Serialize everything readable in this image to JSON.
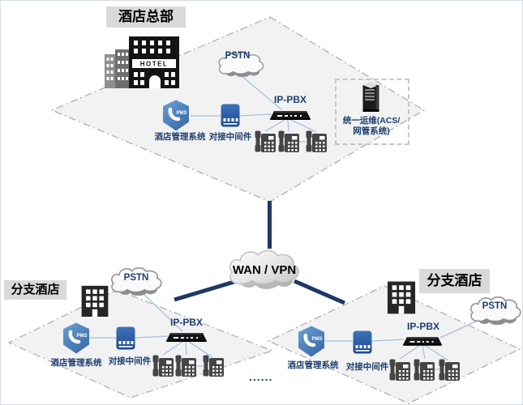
{
  "headquarters": {
    "title": "酒店总部",
    "hotel_sign": "HOTEL",
    "pstn_label": "PSTN",
    "pms_badge": "PMS",
    "pms_system_label": "酒店管理系统",
    "middleware_label": "对接中间件",
    "ippbx_label": "IP-PBX",
    "om_line1": "统一运维(ACS/",
    "om_line2": "网管系统)"
  },
  "wan": {
    "label": "WAN / VPN"
  },
  "branches": [
    {
      "title": "分支酒店",
      "pstn_label": "PSTN",
      "pms_badge": "PMS",
      "pms_system_label": "酒店管理系统",
      "middleware_label": "对接中间件",
      "ippbx_label": "IP-PBX"
    },
    {
      "title": "分支酒店",
      "pstn_label": "PSTN",
      "pms_badge": "PMS",
      "pms_system_label": "酒店管理系统",
      "middleware_label": "对接中间件",
      "ippbx_label": "IP-PBX"
    }
  ],
  "ellipsis": "......",
  "icons": {
    "pms": "shield-phone-icon",
    "middleware": "gateway-box-icon",
    "ippbx": "pbx-device-icon",
    "phone": "desk-phone-icon",
    "server": "server-tower-icon",
    "hq_building": "hotel-building-icon",
    "branch_building": "office-building-icon",
    "pstn": "cloud-icon",
    "wan": "cloud-icon"
  },
  "colors": {
    "navy_text": "#1c3f6e",
    "thick_line": "#1f3864",
    "thin_line": "#a3c0e2",
    "diamond_fill": "#f2f2f2",
    "diamond_border": "#b0b0b0",
    "title_bg": "#d9d9d9",
    "pms_blue": "#4b80b8",
    "middleware_blue": "#2458a4",
    "device_black": "#141414",
    "phone_gray": "#454545"
  }
}
